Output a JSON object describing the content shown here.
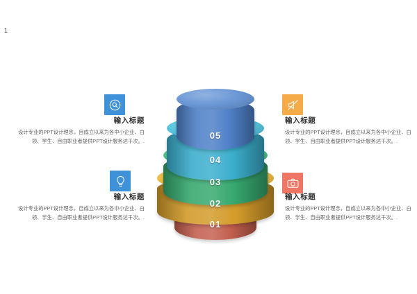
{
  "slide": {
    "number": "1"
  },
  "blocks": [
    {
      "id": "block-tl",
      "position": "top-left",
      "title": "输入标题",
      "body": "设计专业的PPT设计理念，自成立以来为各中小企业、白领、学生、自由职业者提供PPT设计服务达千次。.",
      "icon": "search-circle-icon",
      "icon_color": "#3f92d8"
    },
    {
      "id": "block-tr",
      "position": "top-right",
      "title": "输入标题",
      "body": "设计专业的PPT设计理念，自成立以来为各中小企业、白领、学生、自由职业者提供PPT设计服务达千次。.",
      "icon": "volume-mute-icon",
      "icon_color": "#f4ab48"
    },
    {
      "id": "block-bl",
      "position": "bottom-left",
      "title": "输入标题",
      "body": "设计专业的PPT设计理念，自成立以来为各中小企业、白领、学生、自由职业者提供PPT设计服务达千次。.",
      "icon": "lightbulb-icon",
      "icon_color": "#3f92d8"
    },
    {
      "id": "block-br",
      "position": "bottom-right",
      "title": "输入标题",
      "body": "设计专业的PPT设计理念，自成立以来为各中小企业、白领、学生、自由职业者提供PPT设计服务达千次。.",
      "icon": "camera-icon",
      "icon_color": "#ef7665"
    }
  ],
  "diagram": {
    "type": "stacked-cylinder-pyramid",
    "layers": [
      {
        "label": "05",
        "color": "#4f80c8",
        "top_color": "#6a97d6"
      },
      {
        "label": "04",
        "color": "#3baecd",
        "top_color": "#56c4dd"
      },
      {
        "label": "03",
        "color": "#36a86e",
        "top_color": "#4cc287"
      },
      {
        "label": "02",
        "color": "#d39b2a",
        "top_color": "#edb942"
      },
      {
        "label": "01",
        "color": "#c4604f",
        "top_color": "#d4776a"
      }
    ]
  }
}
